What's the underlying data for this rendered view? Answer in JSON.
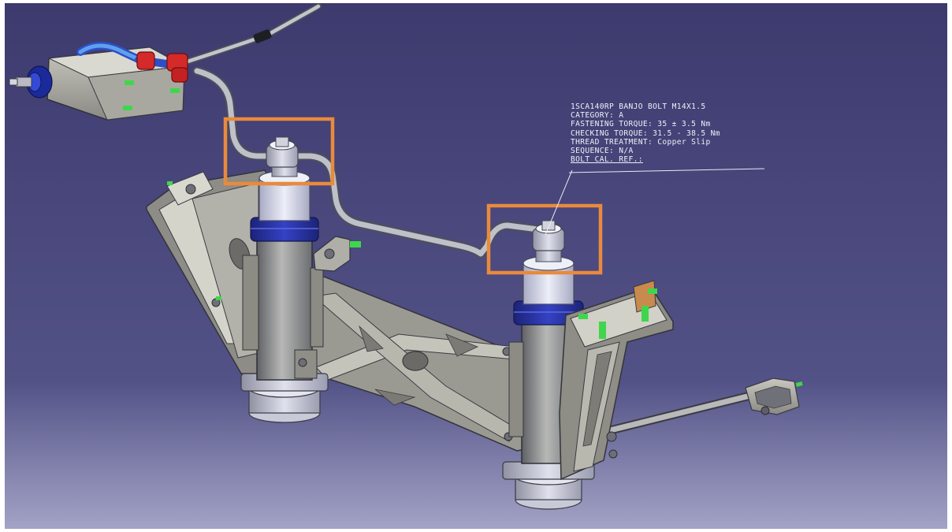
{
  "viewport": {
    "background_top": "#3d3a6e",
    "background_bottom": "#9e9ec2",
    "highlight_color": "#e98a3c",
    "highlighted_joints": [
      "left-banjo-joint",
      "right-banjo-joint"
    ]
  },
  "annotation": {
    "lines": [
      "1SCA140RP BANJO BOLT M14X1.5",
      "CATEGORY: A",
      "FASTENING TORQUE: 35 ± 3.5 Nm",
      "CHECKING TORQUE: 31.5 - 38.5 Nm",
      "THREAD TREATMENT: Copper Slip",
      "SEQUENCE: N/A",
      "BOLT CAL. REF.:"
    ]
  }
}
